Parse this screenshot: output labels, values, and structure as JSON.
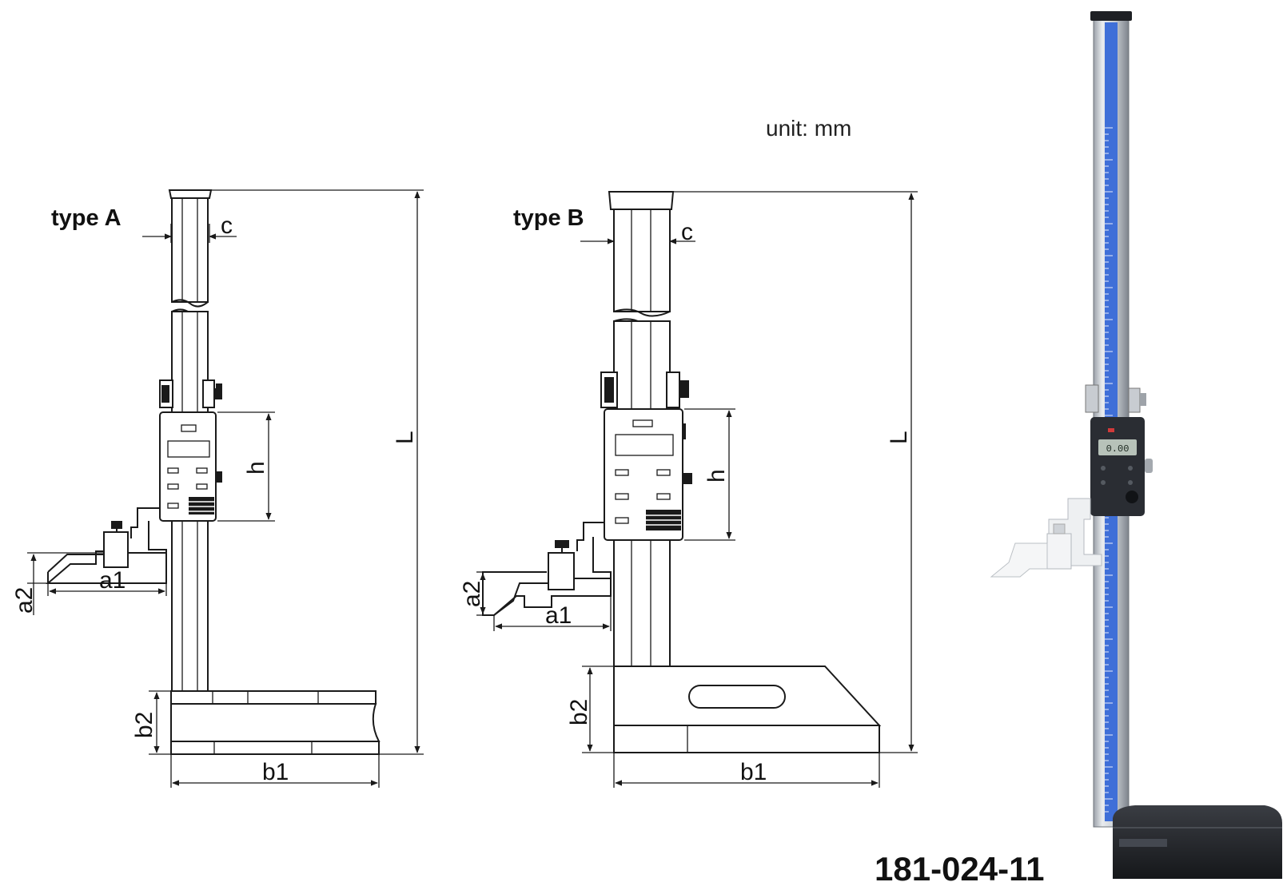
{
  "unit_label": "unit: mm",
  "model_number": "181-024-11",
  "type_a": {
    "title": "type  A",
    "labels": {
      "c": "c",
      "L": "L",
      "h": "h",
      "a1": "a1",
      "a2": "a2",
      "b1": "b1",
      "b2": "b2"
    }
  },
  "type_b": {
    "title": "type B",
    "labels": {
      "c": "c",
      "L": "L",
      "h": "h",
      "a1": "a1",
      "a2": "a2",
      "b1": "b1",
      "b2": "b2"
    }
  },
  "photo": {
    "lcd_reading": "0.00",
    "beam_color": "#3f6fd8",
    "body_color": "#2a2d33"
  }
}
